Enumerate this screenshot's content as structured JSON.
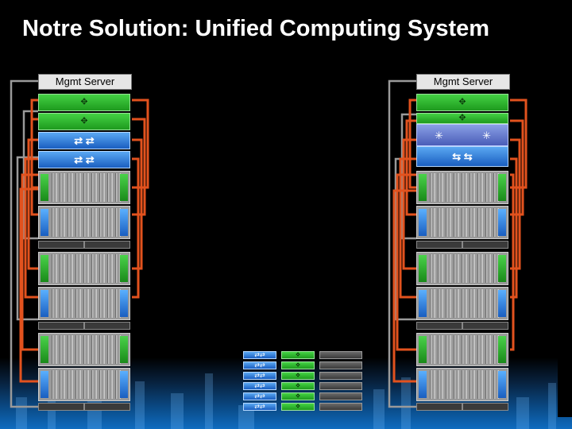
{
  "title": "Notre Solution: Unified Computing System",
  "left_rack": {
    "mgmt_label": "Mgmt Server"
  },
  "right_rack": {
    "mgmt_label": "Mgmt Server"
  },
  "colors": {
    "background": "#000000",
    "title": "#ffffff",
    "management_cable": "#9a9a9a",
    "data_cable": "#e2521e",
    "switch_green": "#2fb82f",
    "switch_blue": "#2a7ad8",
    "fabric_purple": "#5a6cc8"
  },
  "icons": {
    "green_switch": "crosshair-arrows-icon",
    "blue_switch": "bidirectional-arrows-icon",
    "fabric_interconnect": "network-hub-icon"
  }
}
